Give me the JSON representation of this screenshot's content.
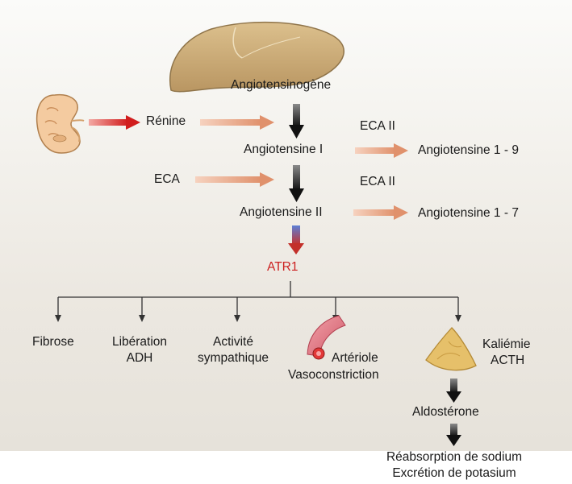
{
  "diagram": {
    "organs": {
      "kidney": "kidney-illustration",
      "liver": "liver-illustration",
      "adrenal": "adrenal-gland-illustration",
      "arteriole": "arteriole-illustration"
    },
    "nodes": {
      "angiotensinogen": "Angiotensinogène",
      "renin": "Rénine",
      "ang1": "Angiotensine I",
      "eca2_top": "ECA II",
      "ang1_9": "Angiotensine 1 - 9",
      "eca": "ECA",
      "eca2_mid": "ECA II",
      "ang2": "Angiotensine II",
      "ang1_7": "Angiotensine 1 - 7",
      "atr1": "ATR1"
    },
    "effects": {
      "fibrose": "Fibrose",
      "liberation": "Libération",
      "adh": "ADH",
      "activite": "Activité",
      "sympathique": "sympathique",
      "arteriole": "Artériole",
      "vasoconstriction": "Vasoconstriction",
      "kaliemie": "Kaliémie",
      "acth": "ACTH",
      "aldosterone": "Aldostérone",
      "reabsorption": "Réabsorption de sodium",
      "excretion": "Excrétion de potasium"
    },
    "colors": {
      "arrow_dark": "#1e1e1e",
      "arrow_orange": "#e29a78",
      "arrow_red": "#d42020",
      "atr1_text": "#cc1f1f"
    }
  }
}
